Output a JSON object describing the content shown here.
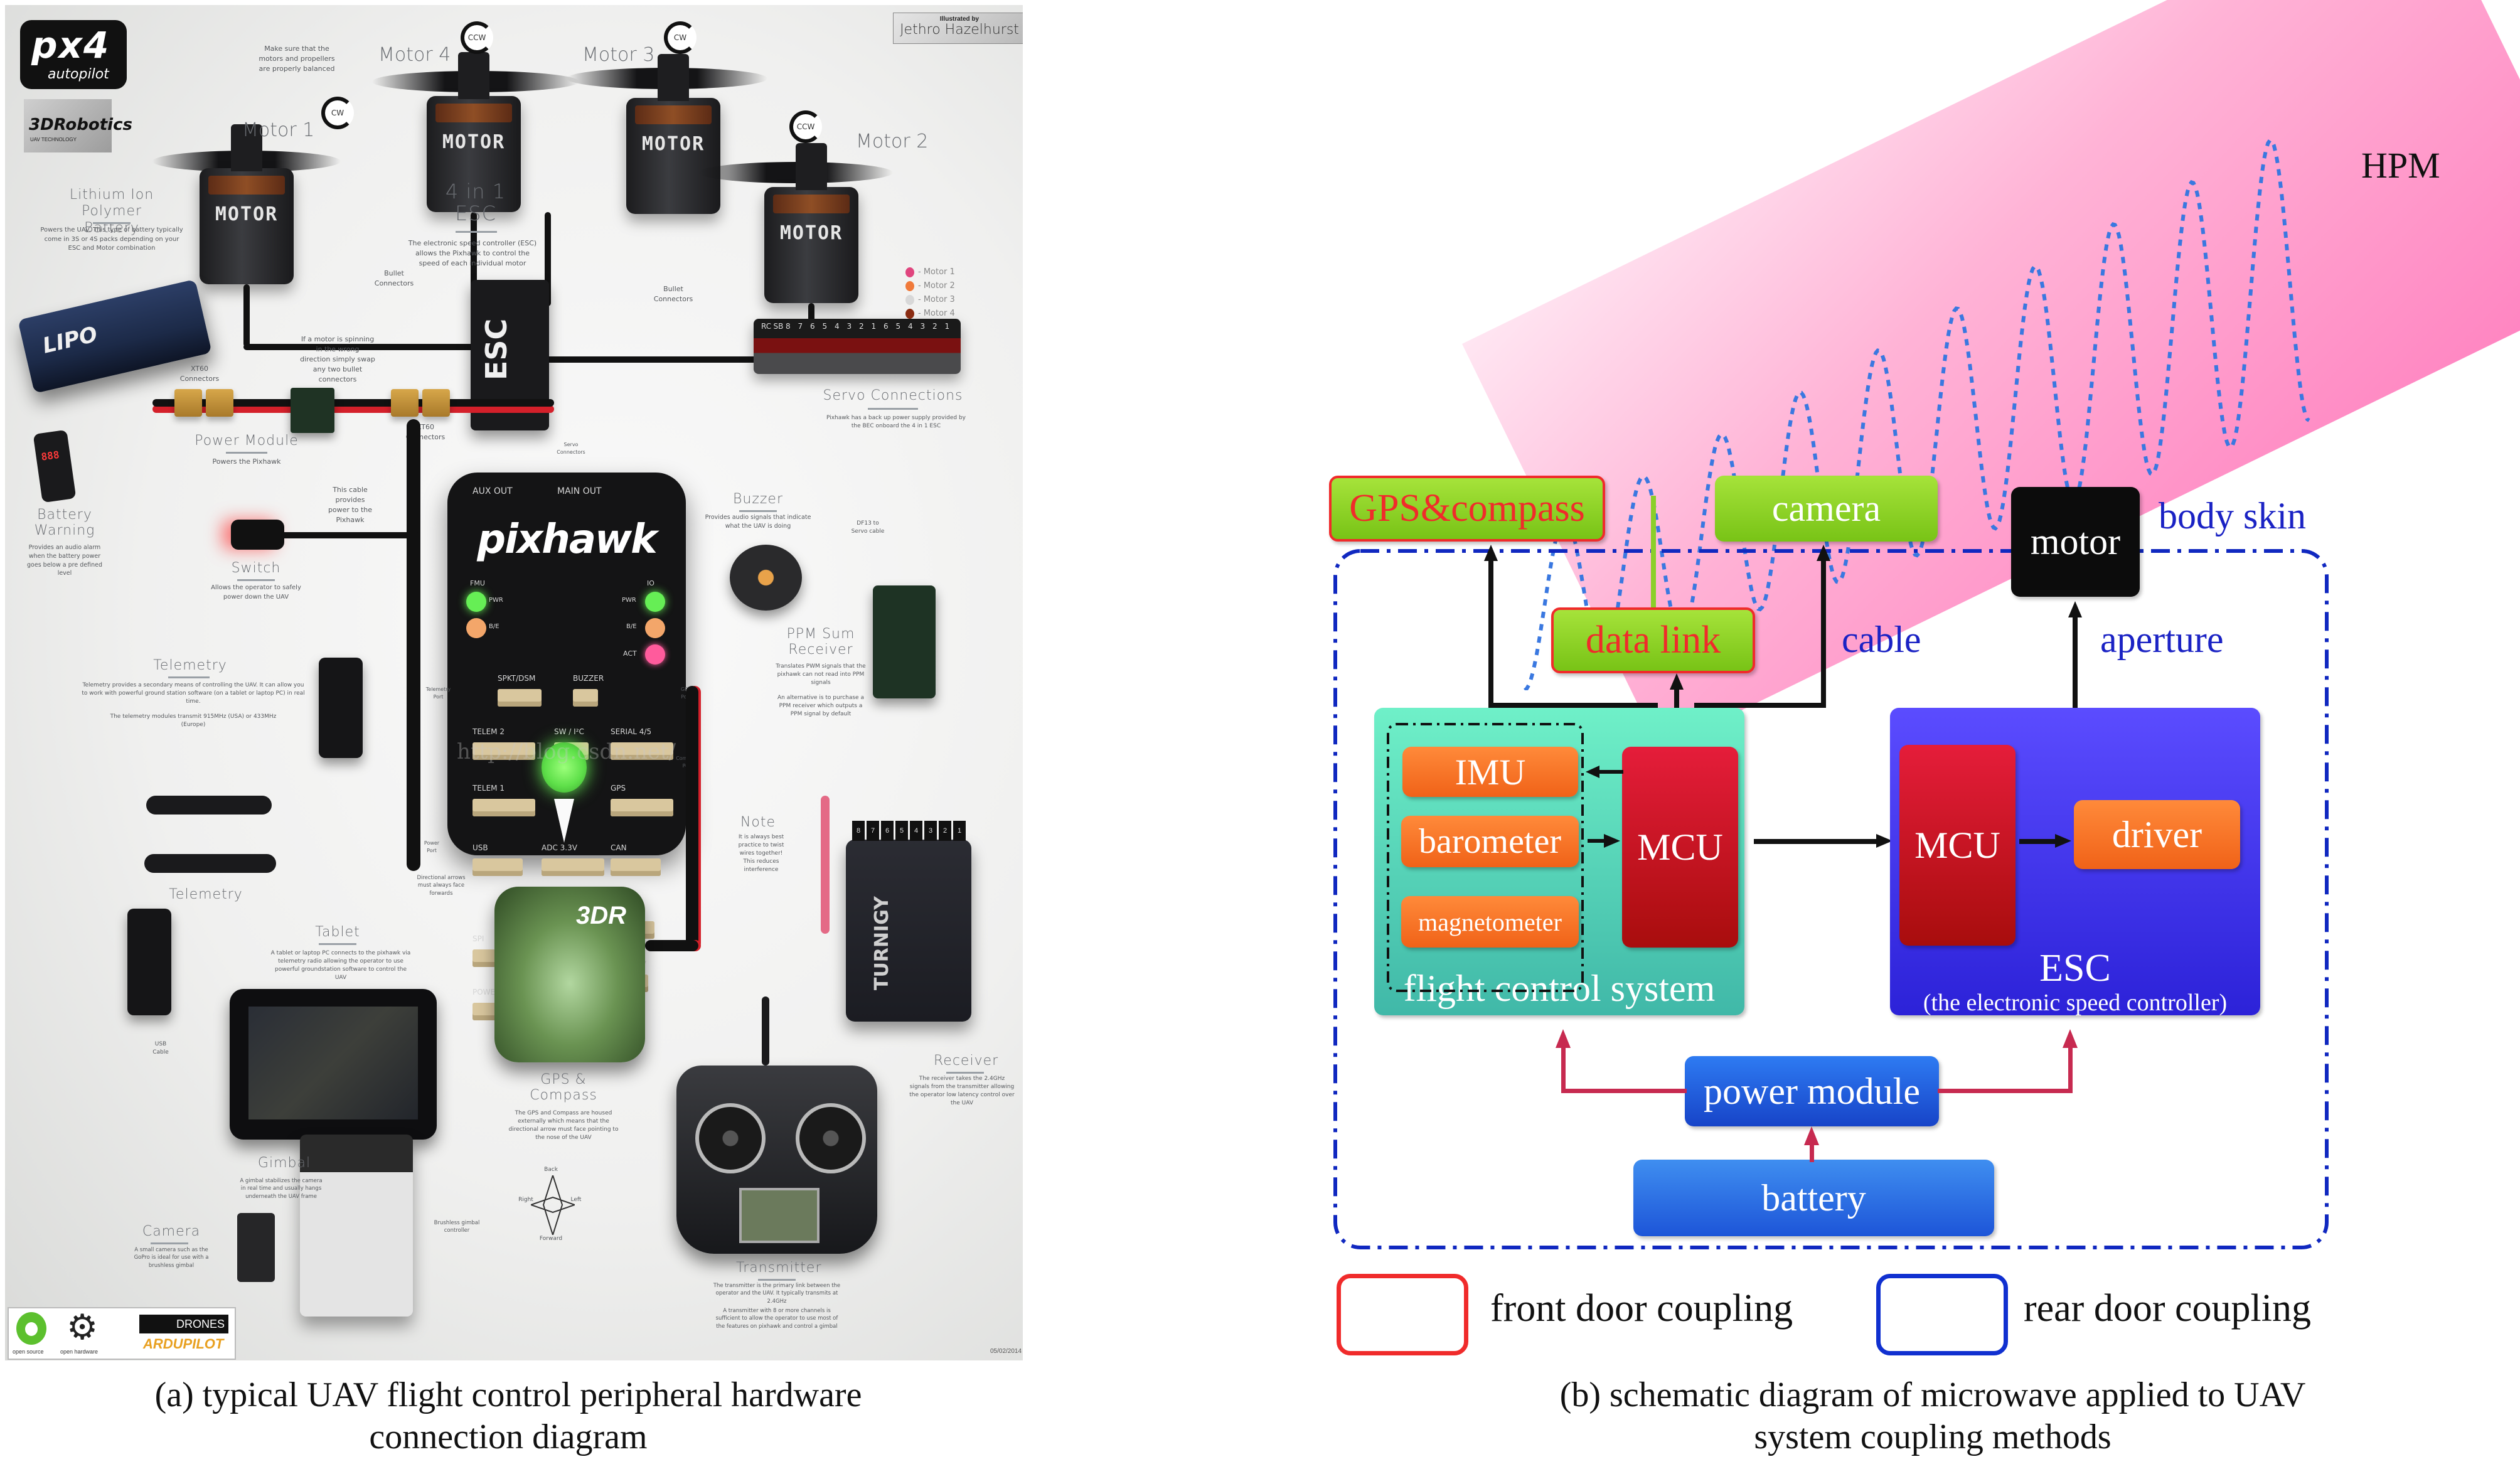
{
  "panel_a": {
    "caption_line1": "(a) typical UAV flight control peripheral hardware",
    "caption_line2": "connection diagram",
    "logos": {
      "px4_main": "px4",
      "px4_sub": "autopilot",
      "robotics": "3DRobotics",
      "robotics_sub": "UAV TECHNOLOGY",
      "illustrated_by": "Illustrated by",
      "illustrator": "Jethro Hazelhurst",
      "open_source": "open source",
      "open_hardware": "open hardware",
      "diydrones": "DRONES",
      "ardupilot": "ARDUPILOT",
      "date": "05/02/2014"
    },
    "motors": [
      {
        "label": "Motor 1",
        "rotation": "CW",
        "brand": "MOTOR"
      },
      {
        "label": "Motor 4",
        "rotation": "CCW",
        "brand": "MOTOR"
      },
      {
        "label": "Motor 3",
        "rotation": "CW",
        "brand": "MOTOR"
      },
      {
        "label": "Motor 2",
        "rotation": "CCW",
        "brand": "MOTOR"
      }
    ],
    "motor_balance_note": "Make sure that the motors and propellers are properly balanced",
    "components": {
      "battery": {
        "title1": "Lithium Ion",
        "title2": "Polymer Battery",
        "desc": "Powers the UAV. This type of battery typically come in 3S or 4S packs depending on your ESC and Motor combination",
        "brand": "LIPO"
      },
      "esc": {
        "title1": "4 in 1",
        "title2": "ESC",
        "desc": "The electronic speed controller (ESC) allows the Pixhawk to control the speed of each individual motor",
        "brand": "ESC"
      },
      "bullet_connectors": "Bullet Connectors",
      "motor_direction_note": "If a motor is spinning in the wrong direction simply swap any two bullet connectors",
      "xt60": "XT60 Connectors",
      "power_module": {
        "title": "Power Module",
        "desc": "Powers the Pixhawk"
      },
      "power_cable_note": "This cable provides power to the Pixhawk",
      "battery_warning": {
        "title1": "Battery",
        "title2": "Warning",
        "desc": "Provides an audio alarm when the battery power goes below a pre defined level",
        "display": "888"
      },
      "switch": {
        "title": "Switch",
        "desc": "Allows the operator to safely power down the UAV"
      },
      "servo_connections": {
        "title": "Servo Connections",
        "desc": "Pixhawk has a back up power supply provided by the BEC onboard the 4 in 1 ESC",
        "rail_numbers": [
          "RC",
          "SB",
          "8",
          "7",
          "6",
          "5",
          "4",
          "3",
          "2",
          "1",
          "6",
          "5",
          "4",
          "3",
          "2",
          "1"
        ]
      },
      "servo_legend": [
        "- Motor 1",
        "- Motor 2",
        "- Motor 3",
        "- Motor 4"
      ],
      "servo_legend_colors": [
        "#e0457e",
        "#f07a3a",
        "#d8d8d8",
        "#8a2c12"
      ],
      "servo_connectors_small": "Servo Connectors",
      "buzzer": {
        "title": "Buzzer",
        "desc": "Provides audio signals that indicate what the UAV is doing"
      },
      "df13_cable": "DF13 to Servo cable",
      "ppm": {
        "title1": "PPM Sum",
        "title2": "Receiver",
        "desc1": "Translates PWM signals that the pixhawk can not read into PPM signals",
        "desc2": "An alternative is to purchase a PPM receiver which outputs a PPM signal by default"
      },
      "telemetry_top": {
        "title": "Telemetry",
        "desc1": "Telemetry provides a secondary means of controlling the UAV. It can allow you to work with powerful ground station software (on a tablet or laptop PC) in real time.",
        "desc2": "The telemetry modules transmit 915MHz (USA) or 433MHz (Europe)"
      },
      "telemetry_port": "Telemetry Port",
      "gps_port": "GPS Port",
      "compass_port": "Compass Port",
      "power_port": "Power Port",
      "note": {
        "title": "Note",
        "desc": "It is always best practice to twist wires together! This reduces interference"
      },
      "telemetry_bottom": "Telemetry",
      "tablet": {
        "title": "Tablet",
        "desc": "A tablet or laptop PC connects to the pixhawk via telemetry radio allowing the operator to use powerful groundstation software to control the UAV"
      },
      "usb_cable": "USB Cable",
      "directional_arrow": "Directional arrows must always face forwards",
      "gps": {
        "title1": "GPS &",
        "title2": "Compass",
        "desc": "The GPS and Compass are housed externally which means that the directional arrow must face pointing to the nose of the UAV",
        "brand": "3DR"
      },
      "receiver": {
        "title": "Receiver",
        "desc": "The receiver takes the 2.4GHz signals from the transmitter allowing the operator low latency control over the UAV",
        "brand": "TURNIGY",
        "channels": [
          "8",
          "7",
          "6",
          "5",
          "4",
          "3",
          "2",
          "1"
        ]
      },
      "gimbal": {
        "title": "Gimbal",
        "desc": "A gimbal stabilizes the camera in real time and usually hangs underneath the UAV frame",
        "controller": "Brushless gimbal controller"
      },
      "camera": {
        "title": "Camera",
        "desc": "A small camera such as the GoPro is ideal for use with a brushless gimbal"
      },
      "directions": {
        "back": "Back",
        "right": "Right",
        "left": "Left",
        "forward": "Forward"
      },
      "transmitter": {
        "title": "Transmitter",
        "desc1": "The transmitter is the primary link between the operator and the UAV. It typically transmits at 2.4GHz",
        "desc2": "A transmitter with 8 or more channels is sufficient to allow the operator to use most of the features on pixhawk and control a gimbal"
      }
    },
    "pixhawk": {
      "logo": "pixhawk",
      "aux_out": "AUX OUT",
      "main_out": "MAIN OUT",
      "fmu": "FMU",
      "io": "IO",
      "pwr": "PWR",
      "b_e": "B/E",
      "act": "ACT",
      "ports": [
        "SPKT/DSM",
        "BUZZER",
        "TELEM 2",
        "SW / I²C",
        "SERIAL 4/5",
        "TELEM 1",
        "GPS",
        "USB",
        "ADC 3.3V",
        "CAN",
        "SPI",
        "I²C",
        "ADC 6.6V",
        "POWER"
      ]
    },
    "watermark": "http://blog.csdn.net/"
  },
  "panel_b": {
    "caption_line1": "(b) schematic diagram of microwave applied to UAV",
    "caption_line2": "system coupling methods",
    "hpm": "HPM",
    "gps_compass": "GPS&compass",
    "camera": "camera",
    "motor": "motor",
    "body_skin": "body skin",
    "data_link": "data link",
    "cable": "cable",
    "aperture": "aperture",
    "fcs": {
      "imu": "IMU",
      "barometer": "barometer",
      "magnetometer": "magnetometer",
      "mcu": "MCU",
      "label": "flight control system"
    },
    "esc": {
      "mcu": "MCU",
      "driver": "driver",
      "label": "ESC",
      "sublabel": "(the electronic speed controller)"
    },
    "power_module": "power module",
    "battery": "battery",
    "legend": [
      {
        "label": "front door coupling",
        "color": "#f02b2b"
      },
      {
        "label": "rear door coupling",
        "color": "#1030d0"
      }
    ],
    "colors": {
      "body_skin_border": "#1028c0",
      "power_arrows": "#c72a50",
      "text_blue": "#1a22c4"
    }
  }
}
